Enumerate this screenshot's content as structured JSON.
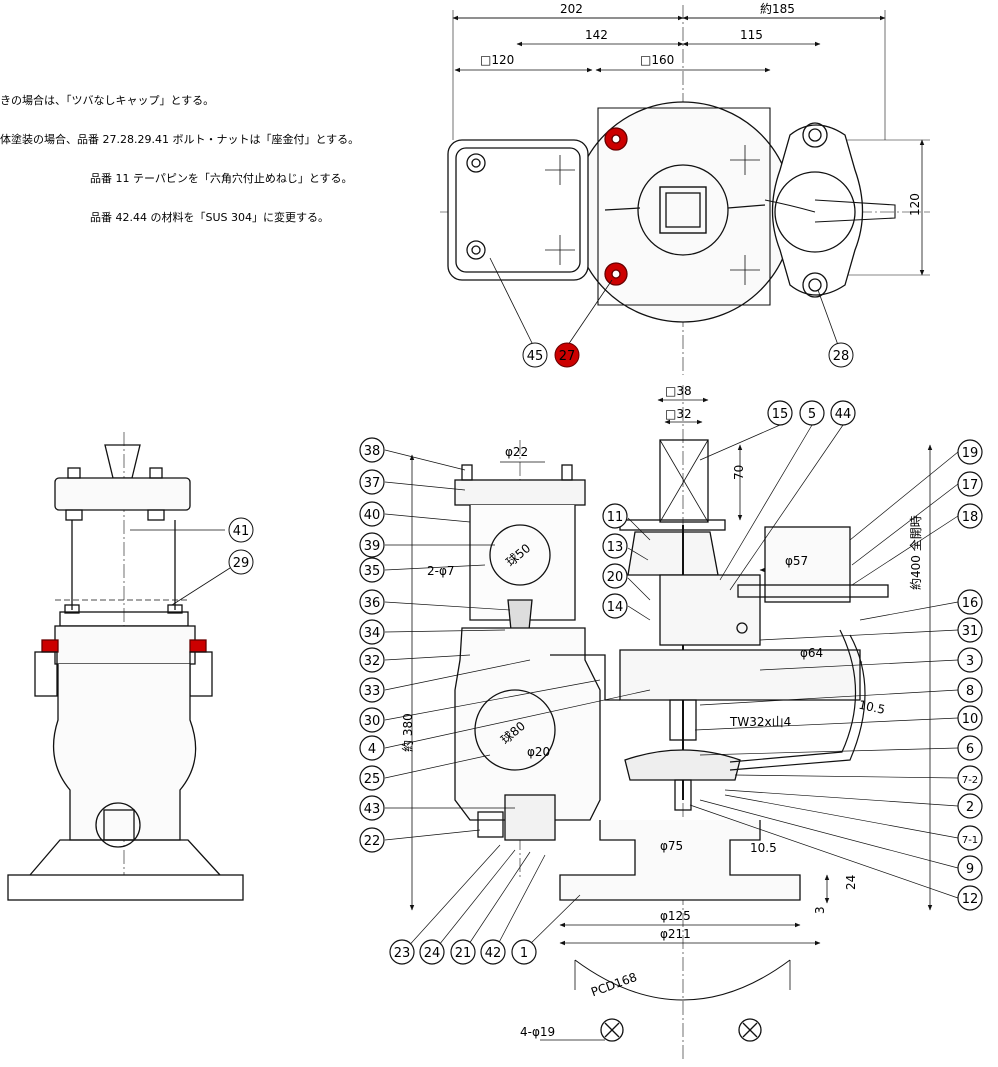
{
  "notes": [
    "きの場合は、「ツバなしキャップ」とする。",
    "体塗装の場合、品番 27.28.29.41 ボルト・ナットは「座金付」とする。",
    "品番 11 テーパピンを「六角穴付止めねじ」とする。",
    "品番 42.44 の材料を「SUS 304」に変更する。"
  ],
  "colors": {
    "highlight": "#cc0000",
    "line": "#111111",
    "body_fill": "#f4f4f4"
  },
  "top_view": {
    "dims": {
      "d202": "202",
      "d185": "約185",
      "d142": "142",
      "d115": "115",
      "sq120": "□120",
      "sq160": "□160",
      "v120": "120"
    },
    "balloons": {
      "b45": "45",
      "b27": "27",
      "b28": "28"
    }
  },
  "side_view": {
    "balloons": {
      "b41": "41",
      "b29": "29"
    }
  },
  "front_view": {
    "dims": {
      "sq38": "□38",
      "sq32": "□32",
      "h70": "70",
      "phi22": "φ22",
      "phi57": "φ57",
      "phi64": "φ64",
      "full_open": "約400\n全開時",
      "ball50": "球50",
      "ball80": "球80",
      "holes": "2-φ7",
      "phi20": "φ20",
      "tw": "TW32x山4",
      "t105a": "10.5",
      "phi75": "φ75",
      "t105b": "10.5",
      "h24": "24",
      "h3": "3",
      "h380": "約 380",
      "phi125": "φ125",
      "phi211": "φ211",
      "pcd": "PCD168",
      "bolt_holes": "4-φ19"
    },
    "balloons_left": [
      "38",
      "37",
      "40",
      "39",
      "35",
      "36",
      "34",
      "32",
      "33",
      "30",
      "4",
      "25",
      "43",
      "22"
    ],
    "balloons_upper": [
      "15",
      "5",
      "44"
    ],
    "balloons_mid_left": [
      "11",
      "13",
      "20",
      "14"
    ],
    "balloons_right": [
      "19",
      "17",
      "18",
      "16",
      "31",
      "3",
      "8",
      "10",
      "6",
      "7-2",
      "2",
      "7-1",
      "9",
      "12"
    ],
    "balloons_bottom": [
      "23",
      "24",
      "21",
      "42",
      "1"
    ]
  }
}
